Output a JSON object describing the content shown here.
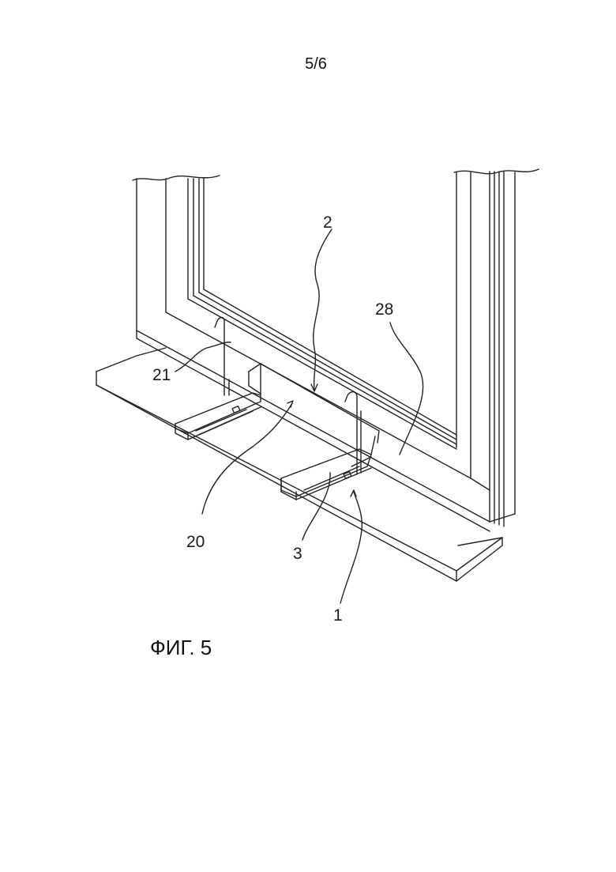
{
  "header": {
    "page_number": "5/6"
  },
  "figure": {
    "caption": "ФИГ. 5",
    "labels": {
      "l2": "2",
      "l28": "28",
      "l21": "21",
      "l20": "20",
      "l3": "3",
      "l1": "1"
    }
  }
}
